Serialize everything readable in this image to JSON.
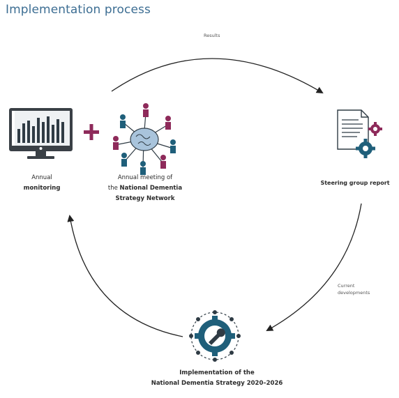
{
  "title": "Implementation process",
  "arrow_labels": {
    "top": "Results",
    "right": [
      "Current",
      "developments"
    ]
  },
  "nodes": {
    "monitoring": {
      "line1": "Annual",
      "line2": "monitoring"
    },
    "plus": "+",
    "meeting": {
      "line1": "Annual meeting of",
      "line2_prefix": "the ",
      "line2_bold": "National Dementia",
      "line3": "Strategy Network"
    },
    "report": {
      "label": "Steering group report"
    },
    "implementation": {
      "line1": "Implementation of the",
      "line2": "National Dementia Strategy 2020–2026"
    }
  },
  "colors": {
    "title": "#3d6e93",
    "accent_magenta": "#8e2a5a",
    "teal": "#1f5f7a",
    "monitor_frame": "#3a4046",
    "brain": "#a9c4dc",
    "arrow": "#222222"
  },
  "icons": {
    "monitoring": "monitor-bar-chart-icon",
    "meeting": "network-people-brain-icon",
    "report": "document-gears-icon",
    "implementation": "gear-wrench-icon"
  }
}
